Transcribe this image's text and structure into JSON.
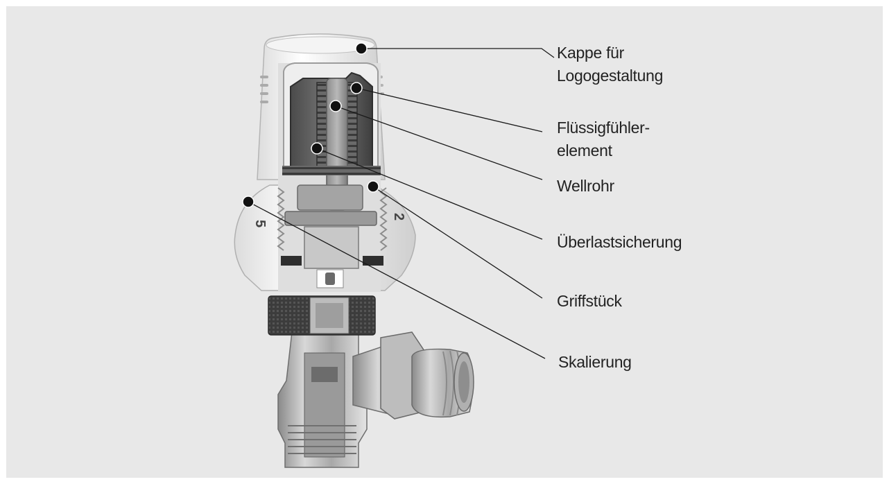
{
  "figure": {
    "background": "#e8e8e8",
    "line_color": "#1a1a1a",
    "dot_color": "#111111",
    "scale_digits": [
      "5",
      "2"
    ],
    "callouts": [
      {
        "id": "kappe",
        "lines": [
          "Kappe für",
          "Logogestaltung"
        ]
      },
      {
        "id": "fluessigfuehler",
        "lines": [
          "Flüssigfühler-",
          "element"
        ]
      },
      {
        "id": "wellrohr",
        "lines": [
          "Wellrohr"
        ]
      },
      {
        "id": "ueberlast",
        "lines": [
          "Überlastsicherung"
        ]
      },
      {
        "id": "griffstueck",
        "lines": [
          "Griffstück"
        ]
      },
      {
        "id": "skalierung",
        "lines": [
          "Skalierung"
        ]
      }
    ]
  }
}
